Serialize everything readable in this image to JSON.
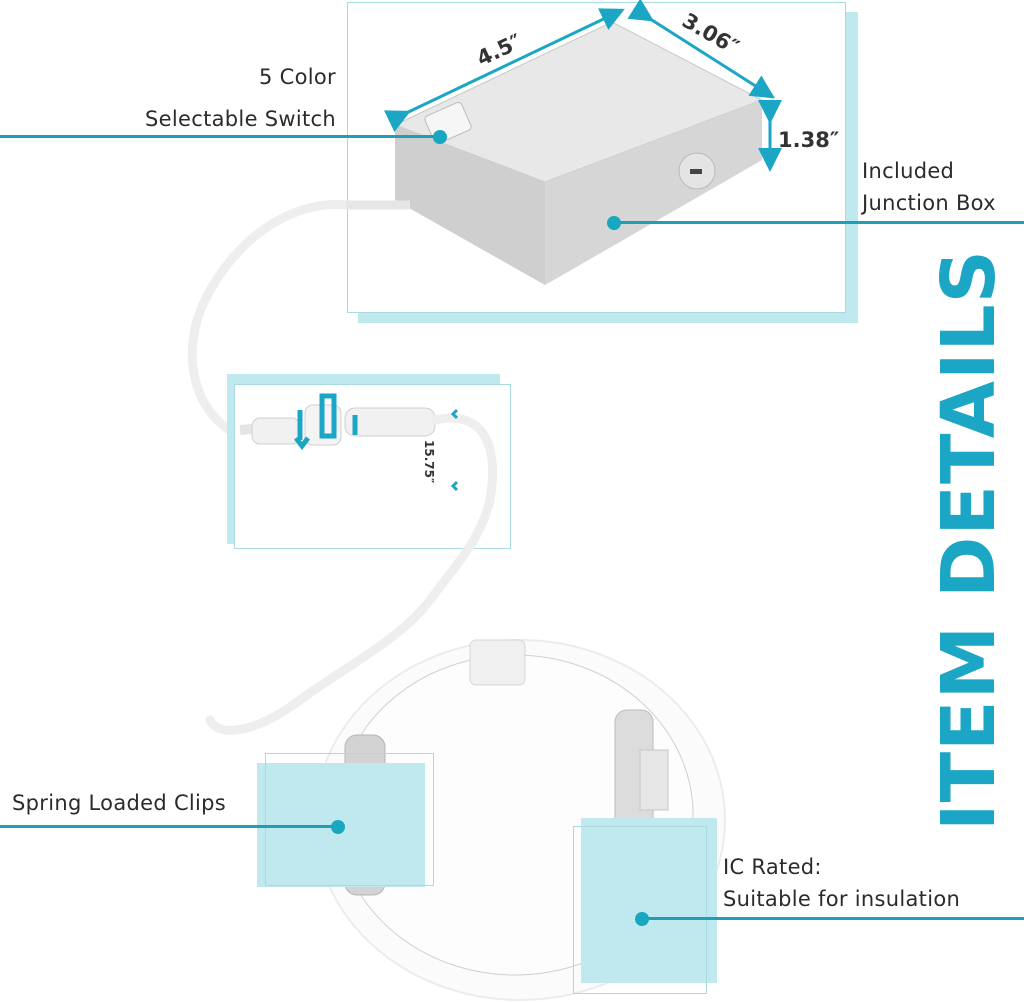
{
  "title": "ITEM DETAILS",
  "accent_color": "#1aa6c4",
  "callouts": {
    "switch": {
      "line1": "5 Color",
      "line2": "Selectable Switch"
    },
    "junction_box": {
      "line1": "Included",
      "line2": "Junction Box"
    },
    "spring_clips": {
      "label": "Spring Loaded Clips"
    },
    "ic_rated": {
      "line1": "IC Rated:",
      "line2": "Suitable for insulation"
    }
  },
  "dimensions": {
    "length": "4.5″",
    "width": "3.06″",
    "height": "1.38″",
    "cable": "15.75″"
  }
}
